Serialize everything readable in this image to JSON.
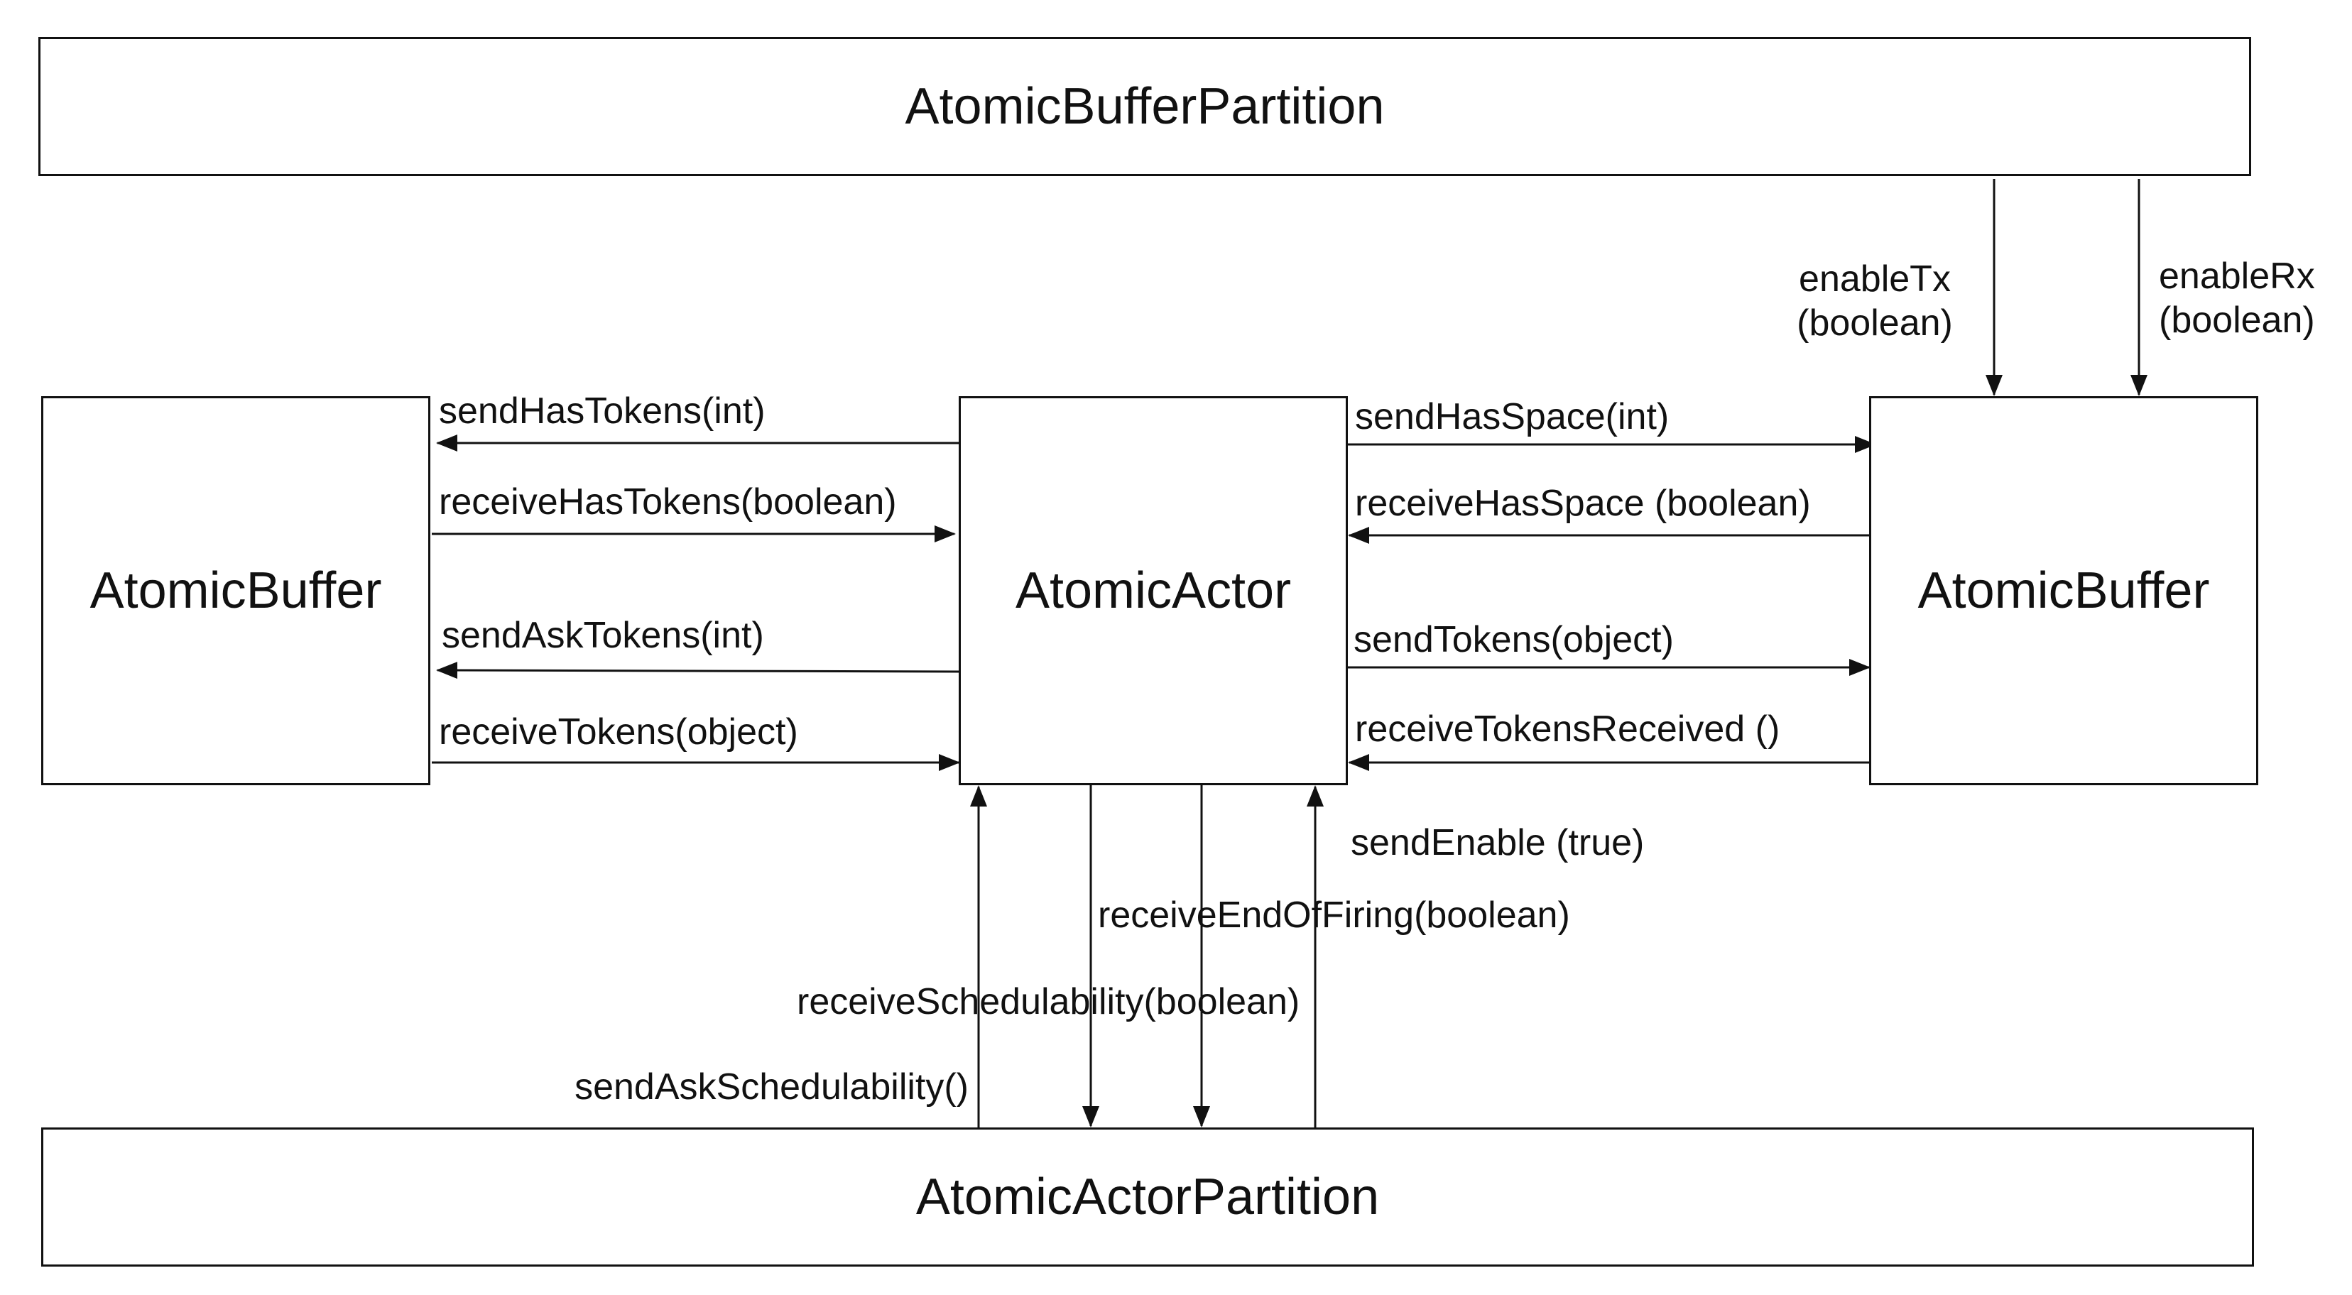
{
  "blocks": {
    "buffer_partition": "AtomicBufferPartition",
    "left_buffer": "AtomicBuffer",
    "actor": "AtomicActor",
    "right_buffer": "AtomicBuffer",
    "actor_partition": "AtomicActorPartition"
  },
  "signals": {
    "enable_tx": "enableTx",
    "enable_tx_type": "(boolean)",
    "enable_rx": "enableRx",
    "enable_rx_type": "(boolean)",
    "send_has_tokens": "sendHasTokens(int)",
    "receive_has_tokens": "receiveHasTokens(boolean)",
    "send_ask_tokens": "sendAskTokens(int)",
    "receive_tokens": "receiveTokens(object)",
    "send_has_space": "sendHasSpace(int)",
    "receive_has_space": "receiveHasSpace (boolean)",
    "send_tokens": "sendTokens(object)",
    "receive_tokens_received": "receiveTokensReceived ()",
    "send_enable": "sendEnable (true)",
    "receive_end_of_firing": "receiveEndOfFiring(boolean)",
    "receive_schedulability": "receiveSchedulability(boolean)",
    "send_ask_schedulability": "sendAskSchedulability()"
  }
}
